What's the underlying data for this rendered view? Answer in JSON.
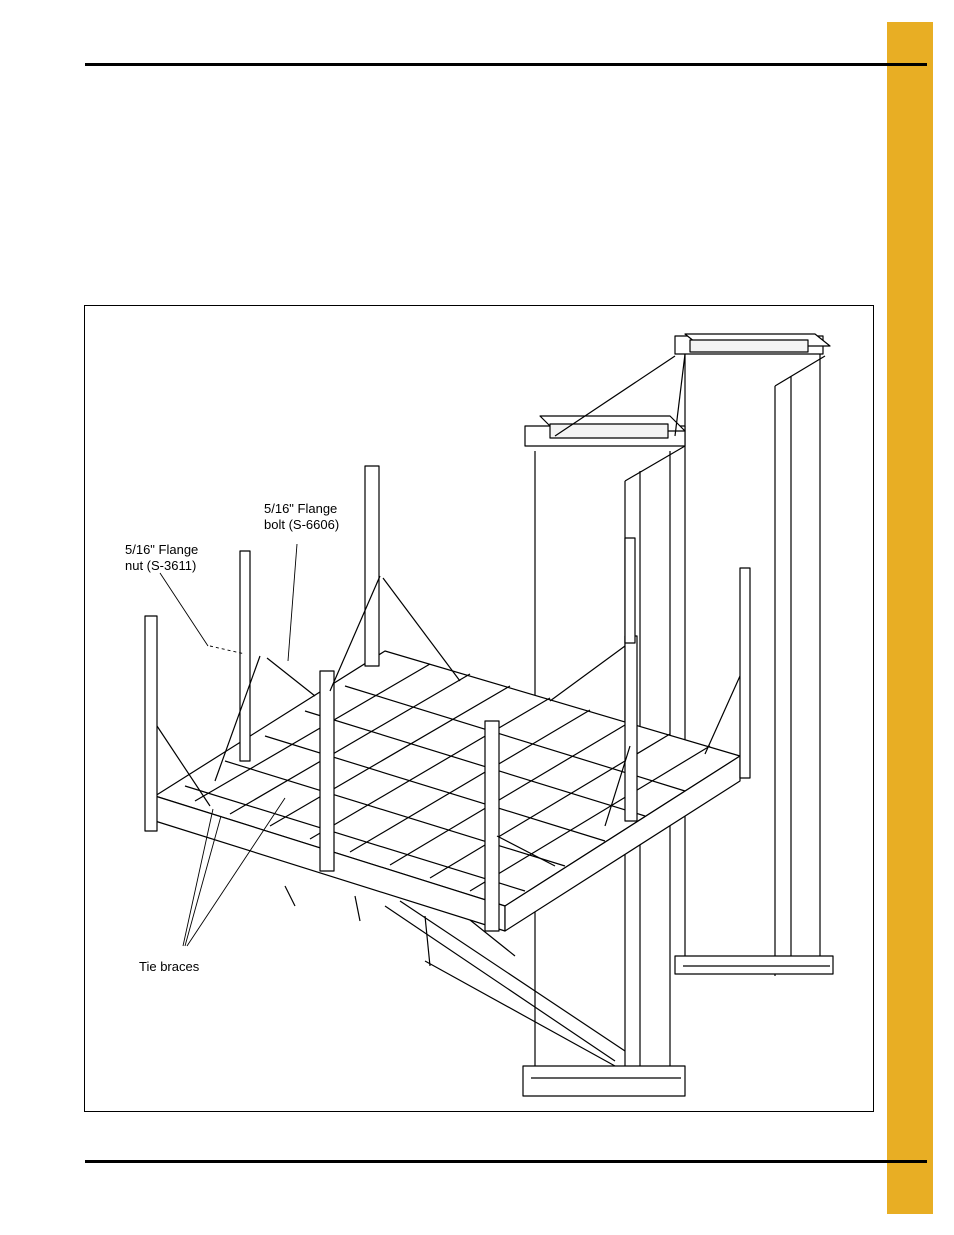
{
  "colors": {
    "side_tab": "#E8AE24",
    "rule": "#000000",
    "drawing_line": "#000000"
  },
  "figure": {
    "callouts": {
      "flange_bolt": "5/16\" Flange\nbolt (S-6606)",
      "flange_nut": "5/16\" Flange\nnut (S-3611)",
      "tie_braces": "Tie braces"
    }
  }
}
